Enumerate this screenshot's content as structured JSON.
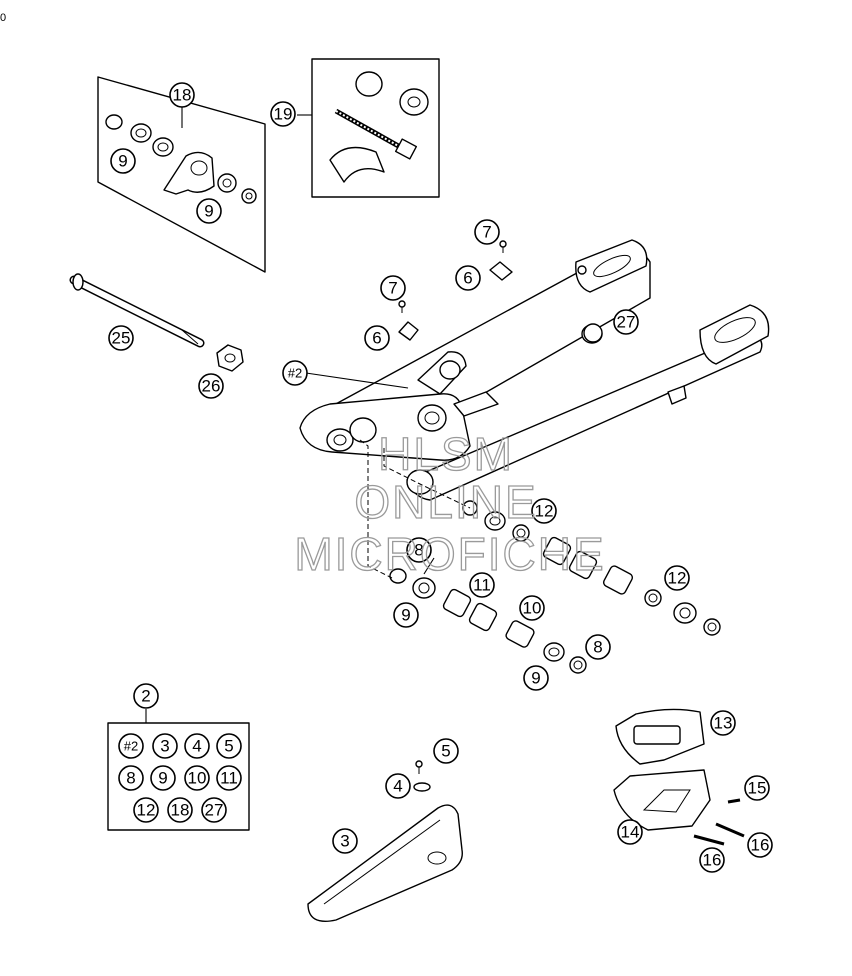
{
  "corner_label": "0",
  "watermark": [
    "HLSM",
    "ONLINE",
    "MICROFICHE"
  ],
  "callouts": {
    "c18": "18",
    "c19": "19",
    "c9a": "9",
    "c9b": "9",
    "c7a": "7",
    "c6a": "6",
    "c7b": "7",
    "c6b": "6",
    "c27": "27",
    "c25": "25",
    "c26": "26",
    "cH2": "#2",
    "c12a": "12",
    "c8a": "8",
    "c9c": "9",
    "c11": "11",
    "c10": "10",
    "c12b": "12",
    "c8b": "8",
    "c9d": "9",
    "c2": "2",
    "c5": "5",
    "c4": "4",
    "c3": "3",
    "c13": "13",
    "c15": "15",
    "c14": "14",
    "c16a": "16",
    "c16b": "16"
  },
  "kit": {
    "title": "2",
    "items": [
      "#2",
      "3",
      "4",
      "5",
      "8",
      "9",
      "10",
      "11",
      "12",
      "18",
      "27"
    ]
  }
}
